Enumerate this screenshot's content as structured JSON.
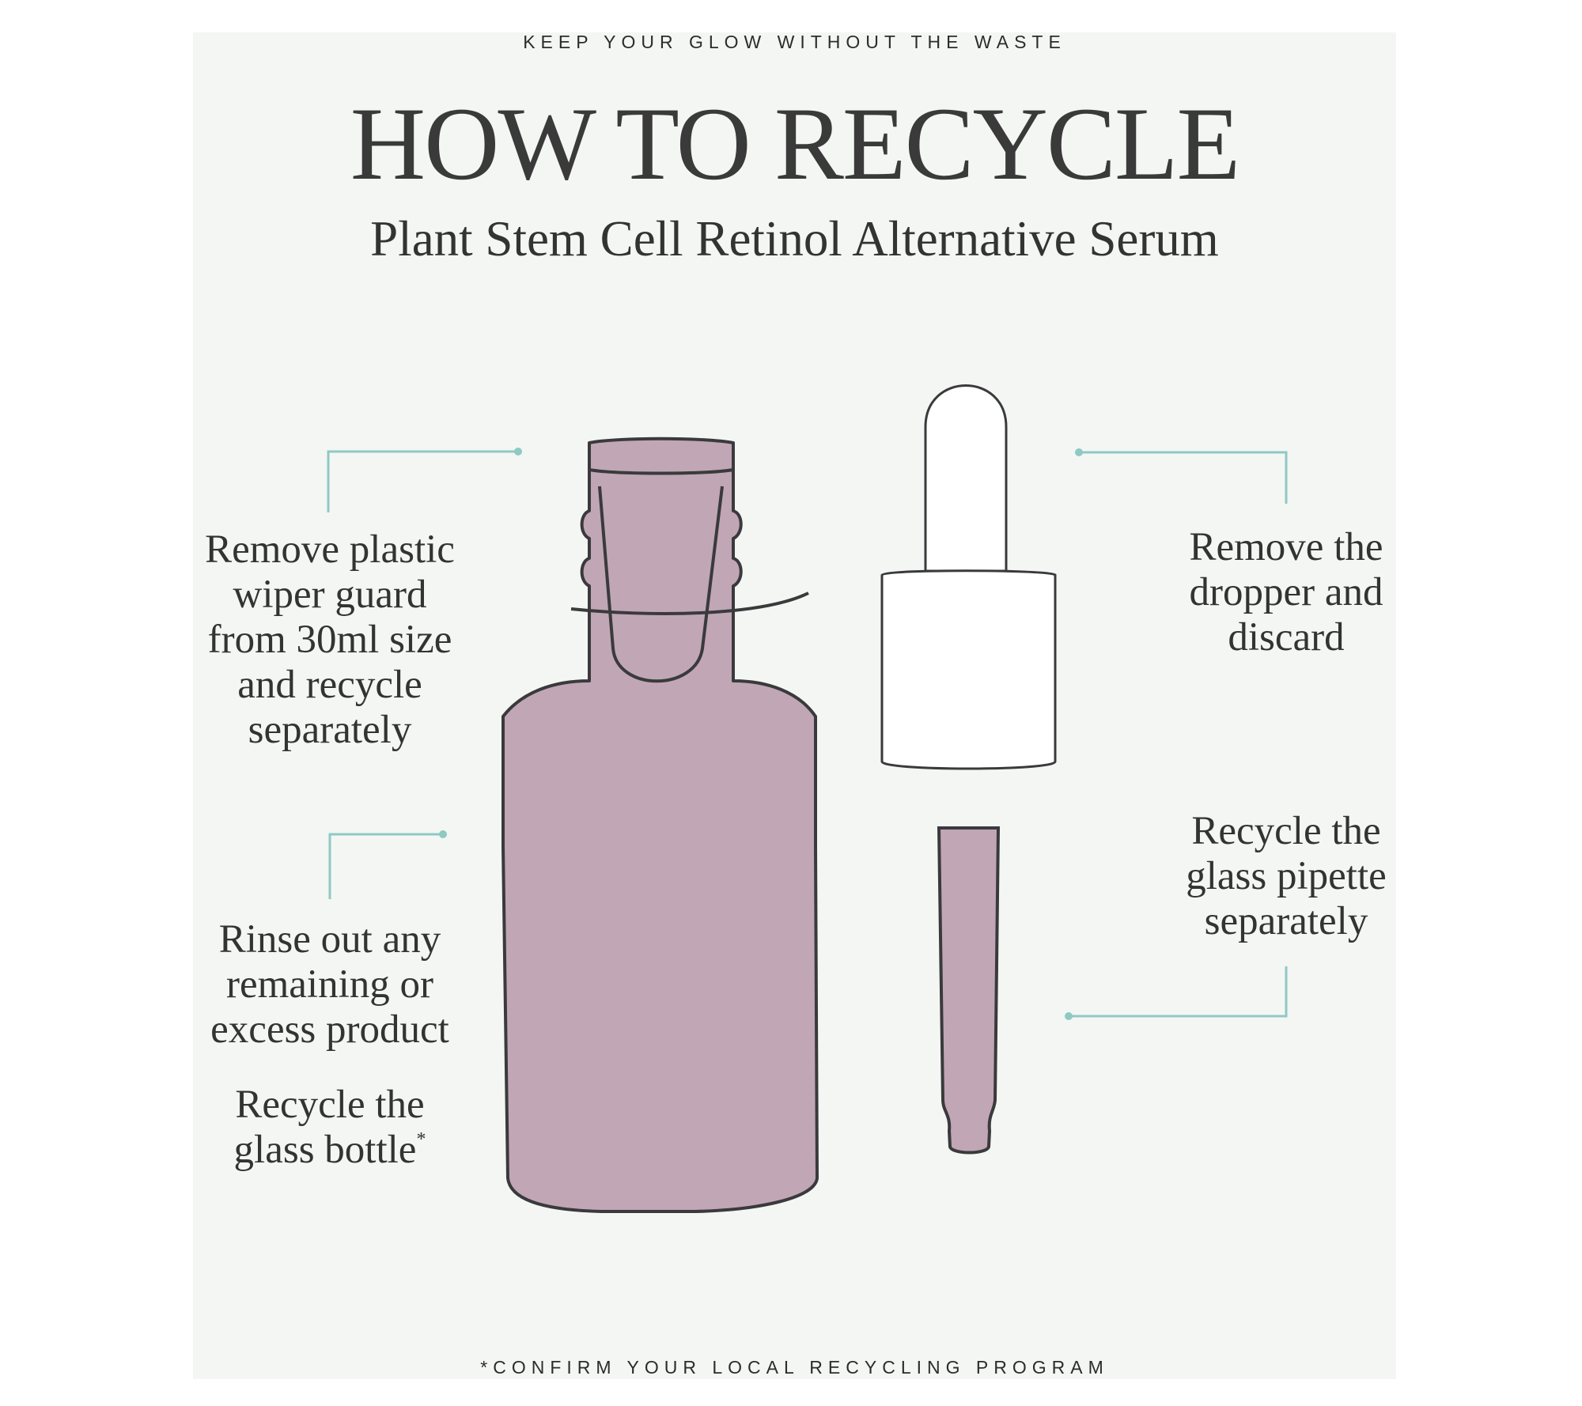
{
  "tagline": "KEEP YOUR GLOW WITHOUT THE WASTE",
  "title": "HOW TO RECYCLE",
  "subtitle": "Plant Stem Cell Retinol Alternative Serum",
  "steps": {
    "wiper_guard": [
      "Remove plastic",
      "wiper guard",
      "from 30ml size",
      "and recycle",
      "separately"
    ],
    "rinse": [
      "Rinse out any",
      "remaining or",
      "excess product"
    ],
    "bottle": [
      "Recycle the",
      "glass bottle"
    ],
    "bottle_footnote_mark": "*",
    "dropper": [
      "Remove the",
      "dropper and",
      "discard"
    ],
    "pipette": [
      "Recycle the",
      "glass pipette",
      "separately"
    ]
  },
  "footnote": "*CONFIRM YOUR LOCAL RECYCLING PROGRAM",
  "colors": {
    "background": "#f4f6f3",
    "bottle": "#c1a6b5",
    "outline": "#3a3a3c",
    "leader": "#8fc9c4"
  }
}
